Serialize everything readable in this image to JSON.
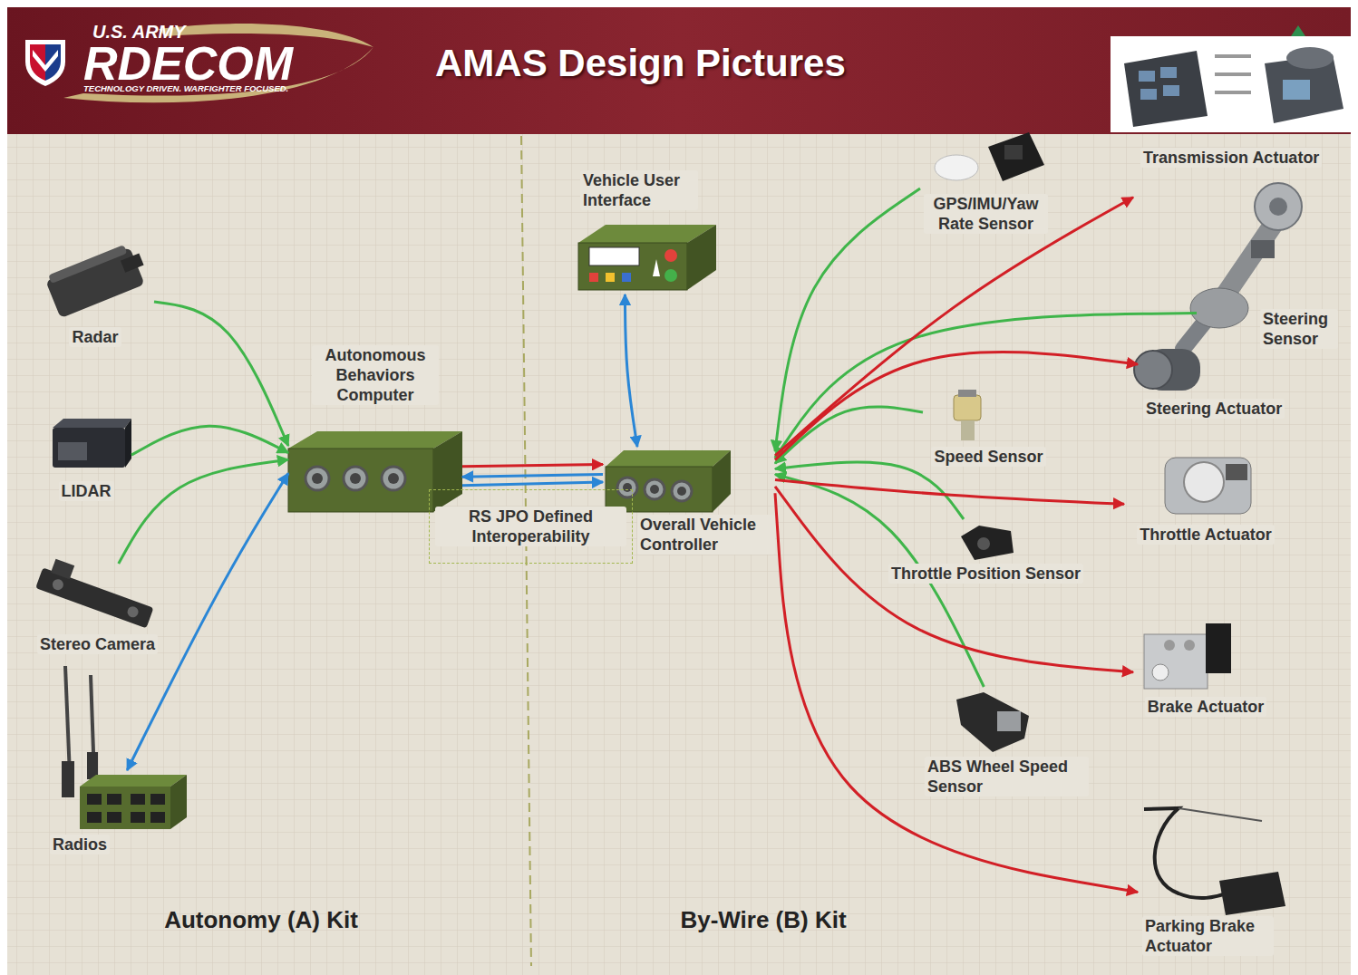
{
  "diagram": {
    "title": "AMAS Design Pictures",
    "nodes": [
      {
        "text": [
          "Radar"
        ]
      },
      {
        "text": [
          "LIDAR"
        ]
      },
      {
        "text": [
          "Stereo Camera"
        ]
      },
      {
        "text": [
          "Radios"
        ]
      },
      {
        "text": [
          "Autonomous Behaviors Computer"
        ]
      },
      {
        "text": [
          "RS JPO Defined Interoperability"
        ]
      },
      {
        "text": [
          "Vehicle User Interface"
        ]
      },
      {
        "text": [
          "Overall Vehicle Controller"
        ]
      },
      {
        "text": [
          "GPS/IMU/Yaw Rate Sensor"
        ]
      },
      {
        "text": [
          "Transmission Actuator"
        ]
      },
      {
        "text": [
          "Steering Sensor"
        ]
      },
      {
        "text": [
          "Steering Actuator"
        ]
      },
      {
        "text": [
          "Speed Sensor"
        ]
      },
      {
        "text": [
          "Throttle Actuator"
        ]
      },
      {
        "text": [
          "Throttle Position Sensor"
        ]
      },
      {
        "text": [
          "Brake Actuator"
        ]
      },
      {
        "text": [
          "ABS Wheel Speed Sensor"
        ]
      },
      {
        "text": [
          "Parking Brake Actuator"
        ]
      }
    ],
    "edges": [
      {
        "from": 0,
        "to": 4,
        "arrow": "to"
      },
      {
        "from": 1,
        "to": 4,
        "arrow": "to"
      },
      {
        "from": 2,
        "to": 4,
        "arrow": "to"
      },
      {
        "from": 3,
        "to": 4,
        "arrow": "both"
      },
      {
        "from": 4,
        "to": 7,
        "arrow": "to"
      },
      {
        "from": 7,
        "to": 4,
        "arrow": "to"
      },
      {
        "from": 4,
        "to": 7,
        "arrow": "to"
      },
      {
        "from": 6,
        "to": 7,
        "arrow": "both"
      },
      {
        "from": 8,
        "to": 7,
        "arrow": "to"
      },
      {
        "from": 10,
        "to": 7,
        "arrow": "to"
      },
      {
        "from": 12,
        "to": 7,
        "arrow": "to"
      },
      {
        "from": 14,
        "to": 7,
        "arrow": "to"
      },
      {
        "from": 16,
        "to": 7,
        "arrow": "to"
      },
      {
        "from": 7,
        "to": 9,
        "arrow": "to"
      },
      {
        "from": 7,
        "to": 11,
        "arrow": "to"
      },
      {
        "from": 7,
        "to": 13,
        "arrow": "to"
      },
      {
        "from": 7,
        "to": 15,
        "arrow": "to"
      },
      {
        "from": 7,
        "to": 17,
        "arrow": "to"
      }
    ],
    "labels": [
      "U.S. ARMY",
      "RDECOM",
      "TECHNOLOGY DRIVEN. WARFIGHTER FOCUSED.",
      "Autonomy (A) Kit",
      "By-Wire (B) Kit"
    ]
  }
}
